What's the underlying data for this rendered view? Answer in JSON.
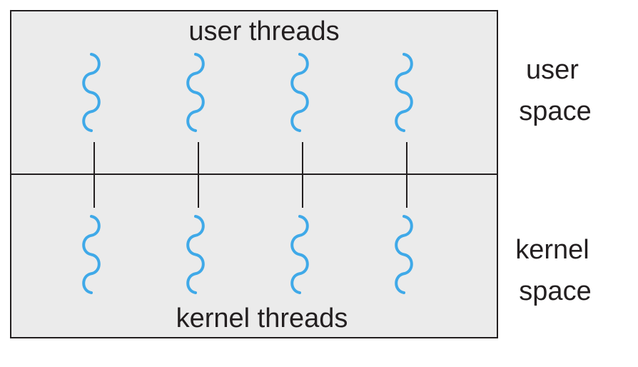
{
  "diagram": {
    "top_label": "user threads",
    "bottom_label": "kernel threads",
    "side_labels": {
      "user": [
        "user",
        "space"
      ],
      "kernel": [
        "kernel",
        "space"
      ]
    },
    "thread_pairs": 4,
    "colors": {
      "thread": "#3fa9e8",
      "box_fill": "#ebebeb",
      "stroke": "#231f20",
      "text": "#231f20"
    }
  }
}
